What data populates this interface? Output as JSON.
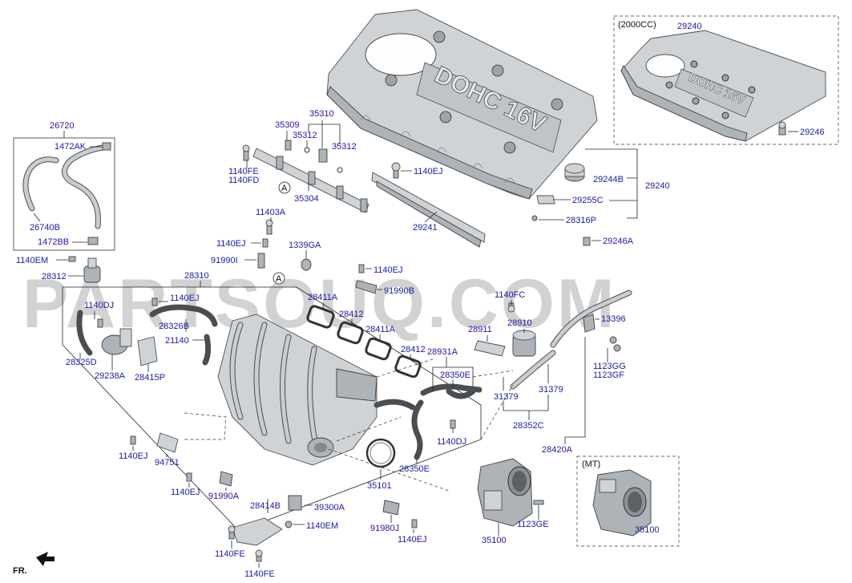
{
  "watermark": "PARTSOUQ.COM",
  "direction_label": "FR.",
  "cover_text_main": "DOHC 16V",
  "cover_text_alt": "DOHC 16V",
  "option_2000cc": "(2000CC)",
  "option_mt": "(MT)",
  "circle_ref_a": "A",
  "labels": {
    "l_29240_top": "29240",
    "l_29246": "29246",
    "l_29244B": "29244B",
    "l_29240_side": "29240",
    "l_29255C": "29255C",
    "l_28316P": "28316P",
    "l_29246A": "29246A",
    "l_29241": "29241",
    "l_1140EJ_a": "1140EJ",
    "l_35310": "35310",
    "l_35309": "35309",
    "l_35312_a": "35312",
    "l_35312_b": "35312",
    "l_35304": "35304",
    "l_1140FE_a": "1140FE",
    "l_1140FD": "1140FD",
    "l_26720": "26720",
    "l_1472AK": "1472AK",
    "l_26740B": "26740B",
    "l_1472BB": "1472BB",
    "l_11403A": "11403A",
    "l_1140EJ_b": "1140EJ",
    "l_1339GA": "1339GA",
    "l_91990I": "91990I",
    "l_1140EM_a": "1140EM",
    "l_28312": "28312",
    "l_28310": "28310",
    "l_1140EJ_c": "1140EJ",
    "l_91990B": "91990B",
    "l_1140FC": "1140FC",
    "l_1140DJ_a": "1140DJ",
    "l_1140EJ_d": "1140EJ",
    "l_28411A_a": "28411A",
    "l_28412_a": "28412",
    "l_28411A_b": "28411A",
    "l_28412_b": "28412",
    "l_28326B": "28326B",
    "l_21140": "21140",
    "l_28911": "28911",
    "l_28910": "28910",
    "l_13396": "13396",
    "l_1123GG": "1123GG",
    "l_1123GF": "1123GF",
    "l_28325D": "28325D",
    "l_29238A": "29238A",
    "l_28415P": "28415P",
    "l_28931A": "28931A",
    "l_28350E_a": "28350E",
    "l_31379_a": "31379",
    "l_31379_b": "31379",
    "l_28352C": "28352C",
    "l_28420A": "28420A",
    "l_1140DJ_b": "1140DJ",
    "l_1140EJ_e": "1140EJ",
    "l_94751": "94751",
    "l_28350E_b": "28350E",
    "l_35101": "35101",
    "l_1140EJ_f": "1140EJ",
    "l_91990A": "91990A",
    "l_28414B": "28414B",
    "l_39300A": "39300A",
    "l_1140EM_b": "1140EM",
    "l_91980J": "91980J",
    "l_1140EJ_g": "1140EJ",
    "l_35100_a": "35100",
    "l_1123GE": "1123GE",
    "l_35100_b": "35100",
    "l_1140FE_b": "1140FE",
    "l_1140FE_c": "1140FE"
  }
}
